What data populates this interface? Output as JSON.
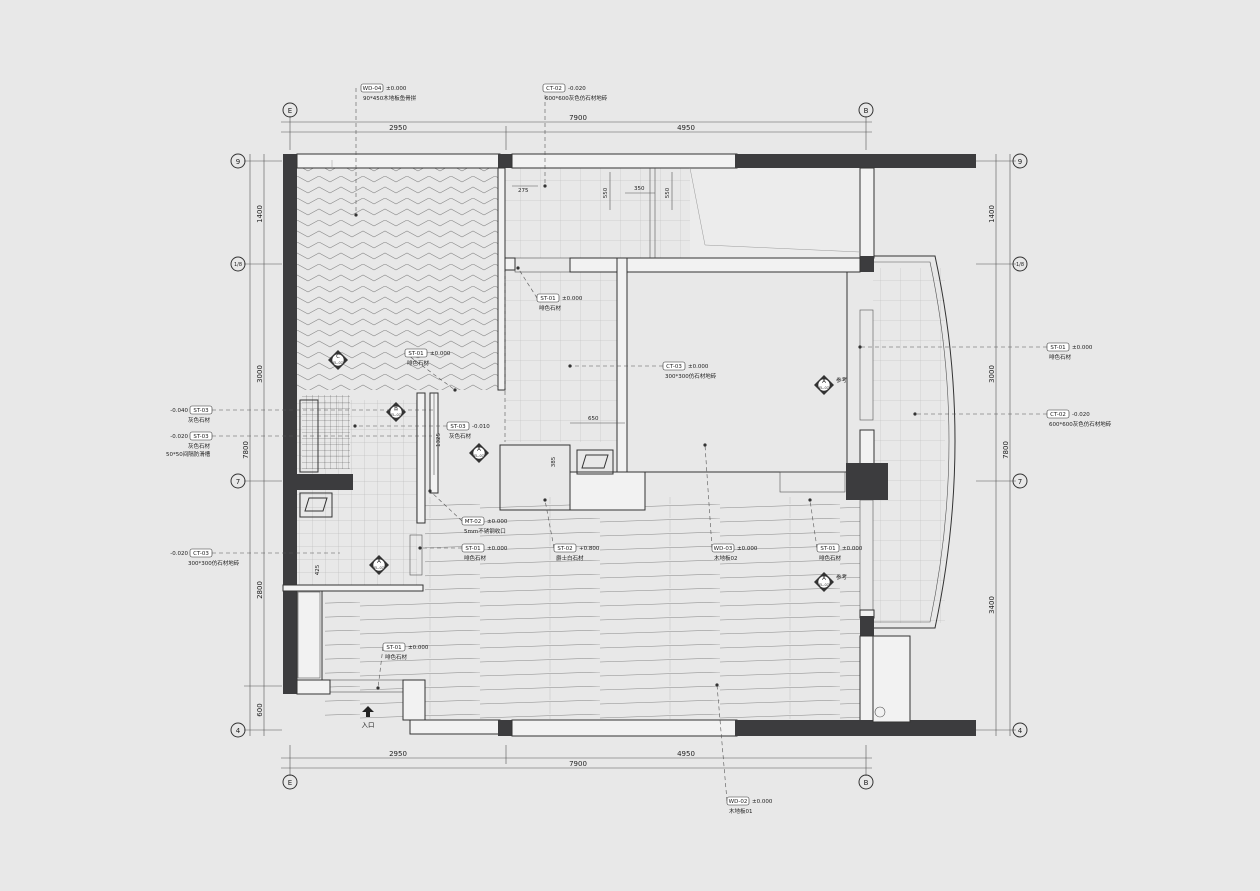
{
  "grid_top": {
    "left": "E",
    "right": "B"
  },
  "grid_bottom": {
    "left": "E",
    "right": "B"
  },
  "grid_left": [
    "9",
    "1/8",
    "7",
    "4"
  ],
  "grid_right": [
    "9",
    "1/8",
    "7",
    "4"
  ],
  "dims_top": {
    "total": "7900",
    "a": "2950",
    "b": "4950"
  },
  "dims_bottom": {
    "total": "7900",
    "a": "2950",
    "b": "4950"
  },
  "dims_left": {
    "total": "7800",
    "a": "1400",
    "b": "3000",
    "c": "2800",
    "d": "600"
  },
  "dims_right": {
    "total": "7800",
    "a": "1400",
    "b": "3000",
    "c": "3400"
  },
  "inner_dims": [
    "275",
    "550",
    "350",
    "550",
    "650",
    "1325",
    "425",
    "385"
  ],
  "annotations": [
    {
      "code": "WD-04",
      "level": "±0.000",
      "desc": "90*450木地板鱼骨拼"
    },
    {
      "code": "CT-02",
      "level": "-0.020",
      "desc": "600*600灰色仿石材地砖"
    },
    {
      "code": "ST-01",
      "level": "±0.000",
      "desc": "啡色石材"
    },
    {
      "code": "ST-01",
      "level": "±0.000",
      "desc": "啡色石材"
    },
    {
      "code": "CT-03",
      "level": "±0.000",
      "desc": "300*300仿石材地砖"
    },
    {
      "code": "ST-03",
      "level": "-0.010",
      "desc": "灰色石材"
    },
    {
      "code": "MT-02",
      "level": "±0.000",
      "desc": "5mm不锈钢收口"
    },
    {
      "code": "ST-01",
      "level": "±0.000",
      "desc": "啡色石材"
    },
    {
      "code": "ST-02",
      "level": "+0.800",
      "desc": "爵士白石材"
    },
    {
      "code": "WD-03",
      "level": "±0.000",
      "desc": "木地板02"
    },
    {
      "code": "ST-01",
      "level": "±0.000",
      "desc": "啡色石材"
    },
    {
      "code": "ST-01",
      "level": "±0.000",
      "desc": "啡色石材"
    },
    {
      "code": "WD-02",
      "level": "±0.000",
      "desc": "木地板01"
    },
    {
      "code": "ST-01",
      "level": "±0.000",
      "desc": "啡色石材"
    },
    {
      "code": "CT-02",
      "level": "-0.020",
      "desc": "600*600灰色仿石材地砖"
    }
  ],
  "left_annotations": [
    {
      "code": "ST-03",
      "level": "-0.040",
      "desc": "灰色石材"
    },
    {
      "code": "ST-03",
      "level": "-0.020",
      "desc": "灰色石材",
      "desc2": "50*50间隔防滑槽"
    },
    {
      "code": "CT-03",
      "level": "-0.020",
      "desc": "300*300仿石材地砖"
    }
  ],
  "section_marks": [
    {
      "letter": "C",
      "sheet": "EL-07"
    },
    {
      "letter": "B",
      "sheet": "EL-07"
    },
    {
      "letter": "A",
      "sheet": "EL-07"
    },
    {
      "letter": "A",
      "sheet": "EL-07"
    },
    {
      "letter": "A",
      "sheet": "EL-07",
      "note": "参考"
    },
    {
      "letter": "A",
      "sheet": "EL-07",
      "note": "参考"
    }
  ],
  "entrance_label": "入口"
}
